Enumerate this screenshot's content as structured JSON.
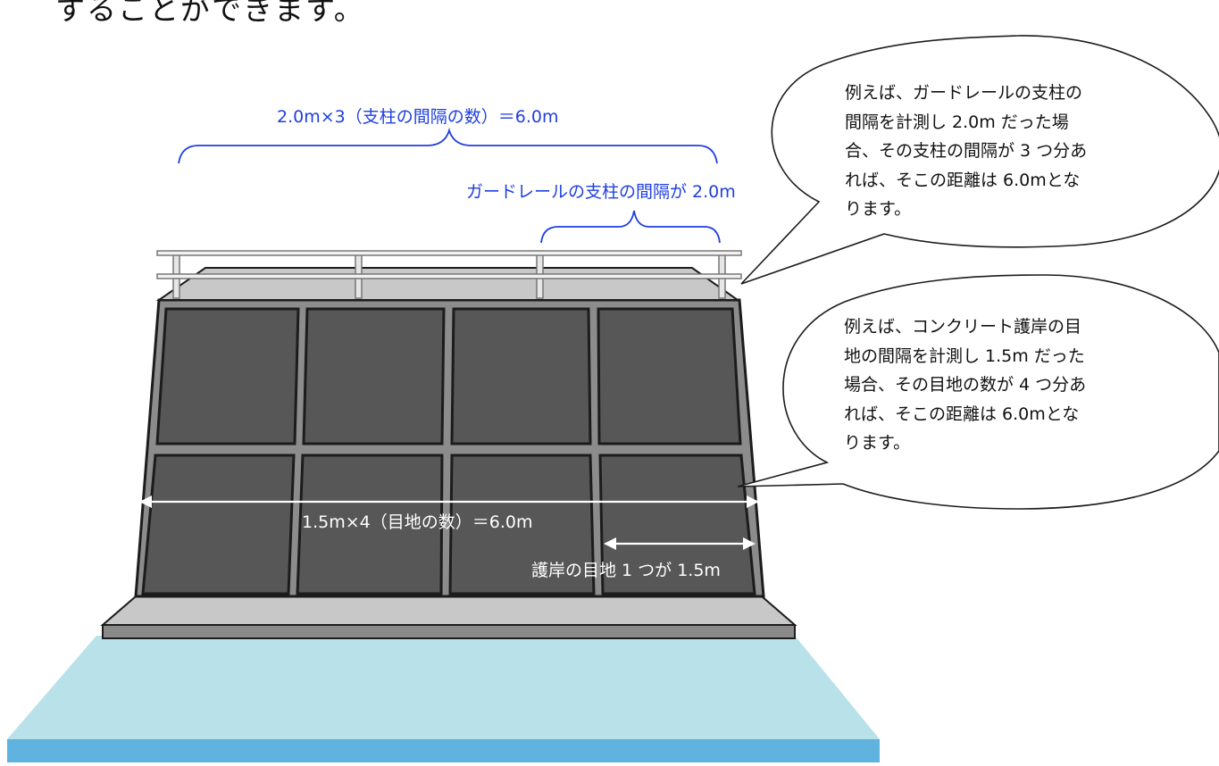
{
  "intro_text": "することができます。",
  "labels": {
    "post_total": "2.0m×3（支柱の間隔の数）＝6.0m",
    "post_single": "ガードレールの支柱の間隔が 2.0m",
    "joint_total": "1.5m×4（目地の数）＝6.0m",
    "joint_single": "護岸の目地 1 つが 1.5m"
  },
  "callouts": {
    "guardrail": {
      "lines": [
        "例えば、ガードレールの支柱の",
        "間隔を計測し 2.0m だった場",
        "合、その支柱の間隔が 3 つ分あ",
        "れば、そこの距離は 6.0mとな",
        "ります。"
      ]
    },
    "revetment": {
      "lines": [
        "例えば、コンクリート護岸の目",
        "地の間隔を計測し 1.5m だった",
        "場合、その目地の数が 4 つ分あ",
        "れば、そこの距離は 6.0mとな",
        "ります。"
      ]
    }
  },
  "colors": {
    "annotation_blue": "#1f3fe0",
    "panel": "#575757",
    "frame": "#1c1c1c",
    "concrete_top": "#c8c8c8",
    "base": "#8a8a8a",
    "water_top": "#b9e1e9",
    "water_edge": "#5fb3de"
  }
}
